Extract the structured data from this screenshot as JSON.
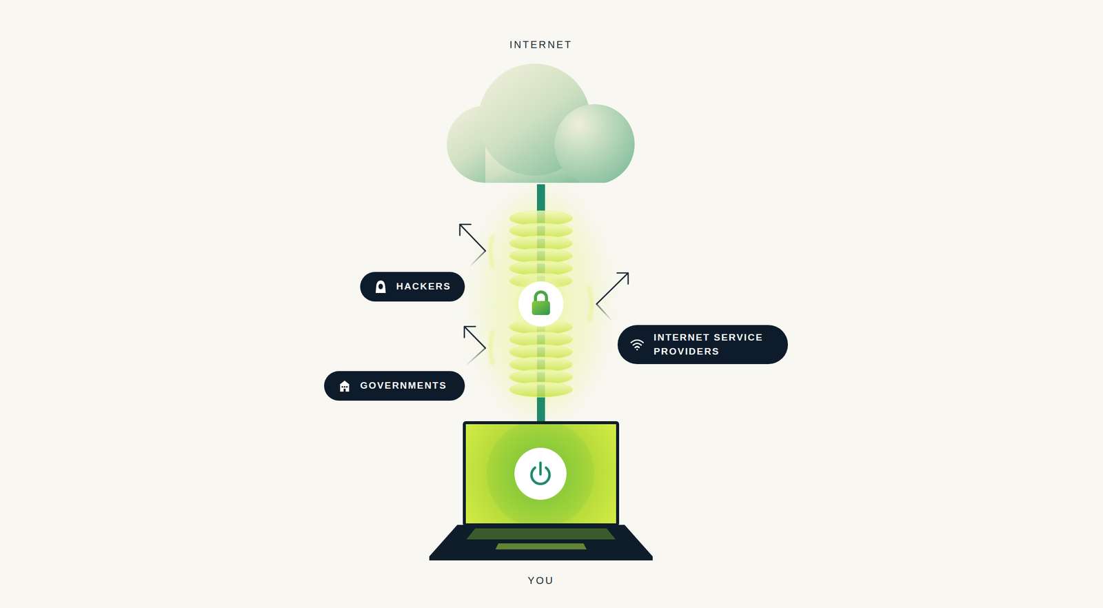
{
  "diagram": {
    "nodes": [
      {
        "text": [
          "INTERNET"
        ]
      },
      {
        "text": [
          "HACKERS"
        ]
      },
      {
        "text": [
          "INTERNET SERVICE PROVIDERS"
        ]
      },
      {
        "text": [
          "GOVERNMENTS"
        ]
      },
      {
        "text": [
          "YOU"
        ]
      }
    ],
    "edges": [
      {
        "from": 0,
        "to": 4,
        "arrow": "none"
      }
    ]
  }
}
